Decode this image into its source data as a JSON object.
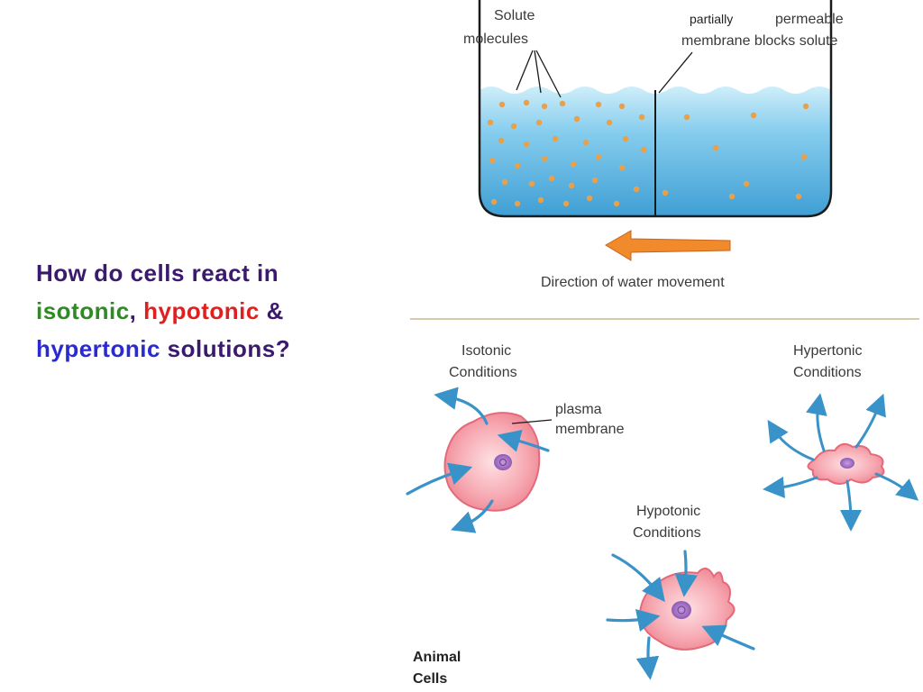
{
  "question": {
    "line1": "How do cells react in",
    "word_isotonic": "isotonic",
    "comma": ",",
    "word_hypotonic": "hypotonic",
    "ampersand": "&",
    "word_hypertonic": "hypertonic",
    "word_solutions": "solutions?"
  },
  "beaker": {
    "solute_label_1": "Solute",
    "solute_label_2": "molecules",
    "membrane_label_1a": "partially",
    "membrane_label_1b": "permeable",
    "membrane_label_2": "membrane blocks solute",
    "direction_label": "Direction of water movement"
  },
  "cells": {
    "isotonic_1": "Isotonic",
    "isotonic_2": "Conditions",
    "plasma_1": "plasma",
    "plasma_2": "membrane",
    "hypertonic_1": "Hypertonic",
    "hypertonic_2": "Conditions",
    "hypotonic_1": "Hypotonic",
    "hypotonic_2": "Conditions",
    "animal_1": "Animal",
    "animal_2": "Cells"
  },
  "colors": {
    "question_dark": "#3b1a6e",
    "isotonic": "#2f8a25",
    "hypotonic": "#e01f1f",
    "hypertonic": "#2a2ad0",
    "water": "#6ec3e8",
    "solute": "#e8a04a",
    "arrow_orange": "#f08a2a",
    "cell_pink": "#f7a3ad",
    "flow_arrow": "#3a93c8"
  }
}
